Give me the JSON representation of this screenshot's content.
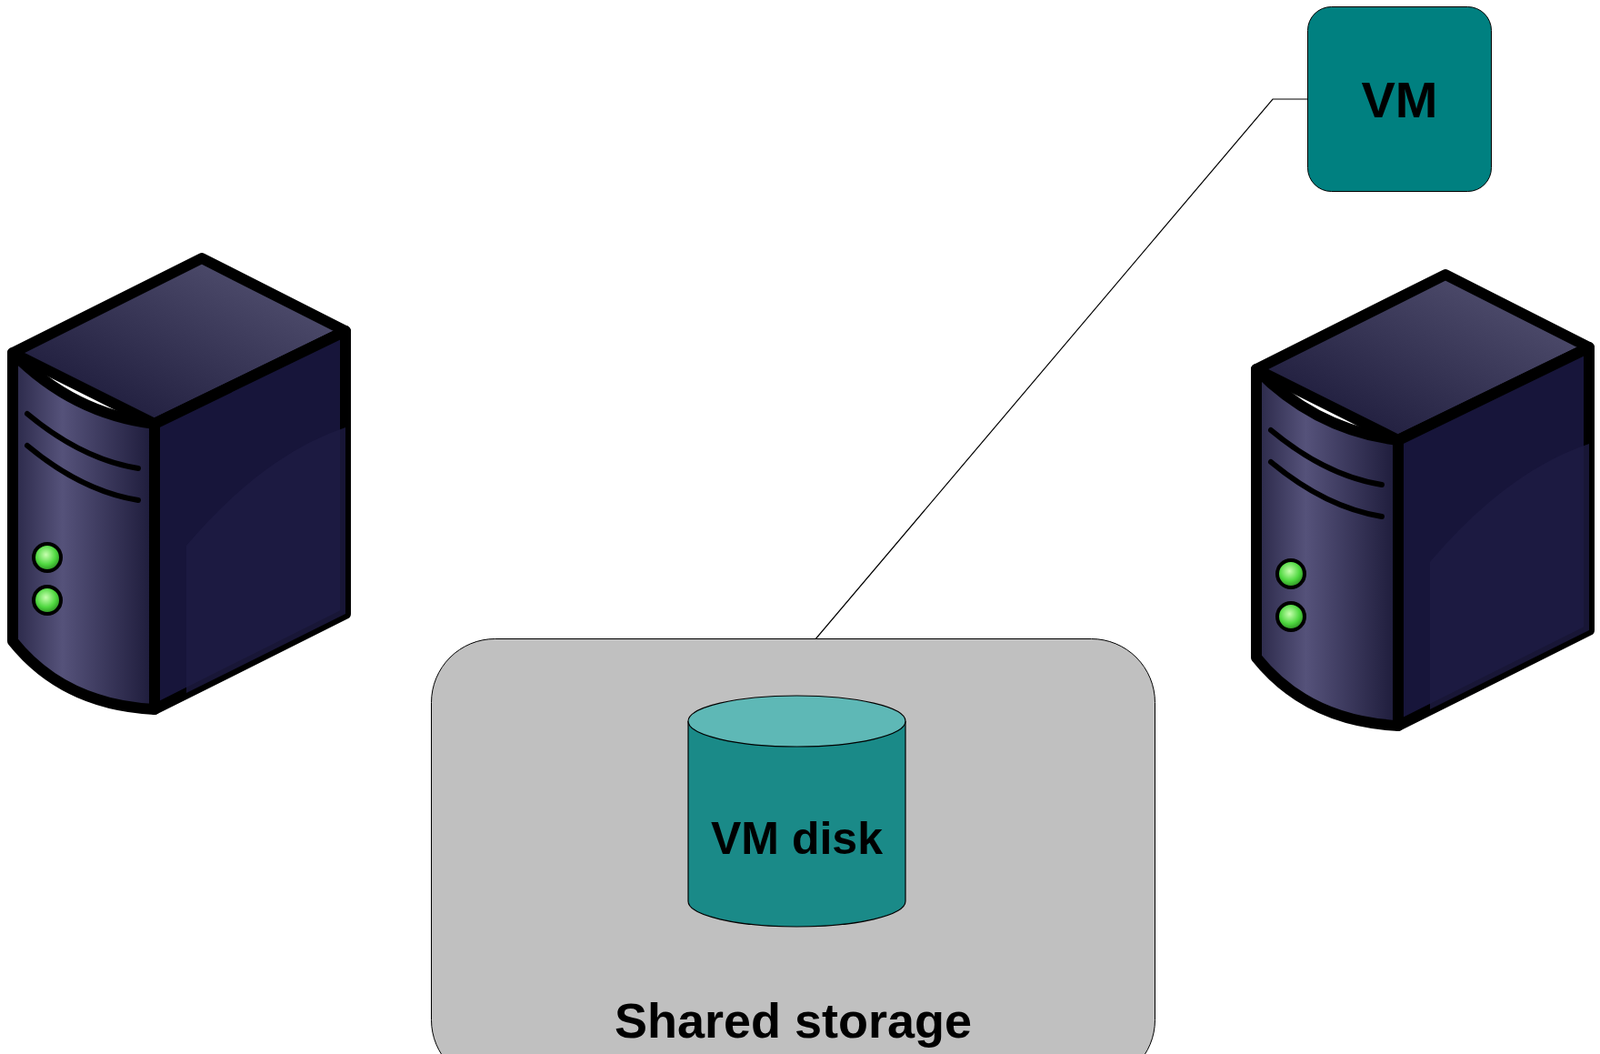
{
  "diagram": {
    "nodes": [
      {
        "text": [
          "VM"
        ]
      },
      {
        "text": [
          "Shared storage"
        ]
      },
      {
        "text": [
          "VM disk"
        ],
        "in": 1
      }
    ],
    "edges": [
      {
        "from": 0,
        "to": 2,
        "arrow": "none"
      }
    ]
  }
}
